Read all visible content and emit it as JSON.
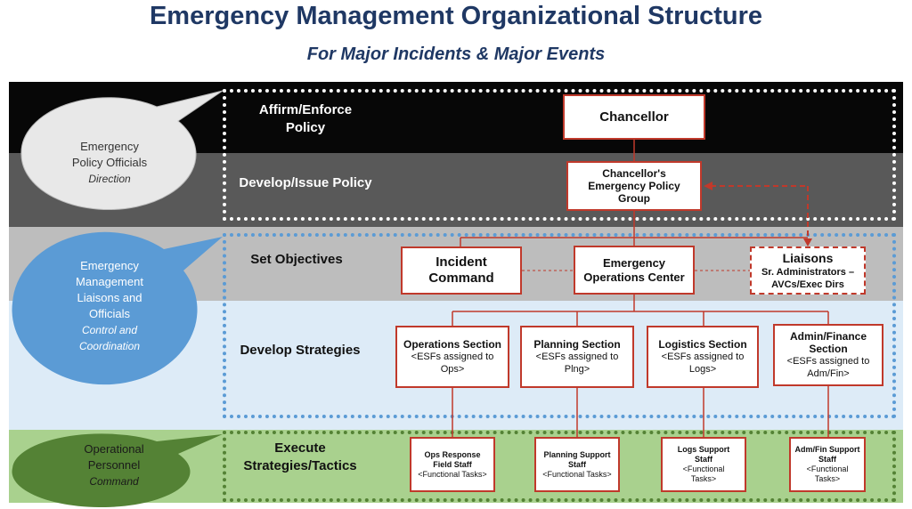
{
  "header": {
    "title": "Emergency Management Organizational Structure",
    "subtitle": "For Major Incidents & Major Events"
  },
  "rows": {
    "affirm": "Affirm/Enforce Policy",
    "develop_policy": "Develop/Issue Policy",
    "set_objectives": "Set Objectives",
    "develop_strategies": "Develop Strategies",
    "execute": "Execute Strategies/Tactics"
  },
  "bubbles": {
    "policy": {
      "line1": "Emergency",
      "line2": "Policy Officials",
      "role": "Direction"
    },
    "liaisons": {
      "line1": "Emergency",
      "line2": "Management",
      "line3": "Liaisons and",
      "line4": "Officials",
      "role1": "Control and",
      "role2": "Coordination"
    },
    "operational": {
      "line1": "Operational",
      "line2": "Personnel",
      "role": "Command"
    }
  },
  "nodes": {
    "chancellor": "Chancellor",
    "policy_group": {
      "line1": "Chancellor's",
      "line2": "Emergency Policy",
      "line3": "Group"
    },
    "incident_command": {
      "line1": "Incident",
      "line2": "Command"
    },
    "eoc": {
      "line1": "Emergency",
      "line2": "Operations Center"
    },
    "liaisons": {
      "title": "Liaisons",
      "line1": "Sr. Administrators –",
      "line2": "AVCs/Exec Dirs"
    },
    "sections": [
      {
        "title": "Operations Section",
        "line1": "<ESFs assigned to",
        "line2": "Ops>"
      },
      {
        "title": "Planning Section",
        "line1": "<ESFs assigned to",
        "line2": "Plng>"
      },
      {
        "title": "Logistics Section",
        "line1": "<ESFs assigned to",
        "line2": "Logs>"
      },
      {
        "title": "Admin/Finance Section",
        "line1": "<ESFs assigned to",
        "line2": "Adm/Fin>"
      }
    ],
    "staff": [
      {
        "title": "Ops Response Field Staff",
        "sub": "<Functional Tasks>"
      },
      {
        "title": "Planning Support Staff",
        "sub": "<Functional Tasks>"
      },
      {
        "title": "Logs Support Staff",
        "sub": "<Functional Tasks>"
      },
      {
        "title": "Adm/Fin Support Staff",
        "sub": "<Functional Tasks>"
      }
    ]
  },
  "colors": {
    "title": "#1f3864",
    "connector": "#c0392b",
    "policy_bubble": "#e8e8e8",
    "liaison_bubble": "#5b9bd5",
    "operational_bubble": "#548235"
  }
}
